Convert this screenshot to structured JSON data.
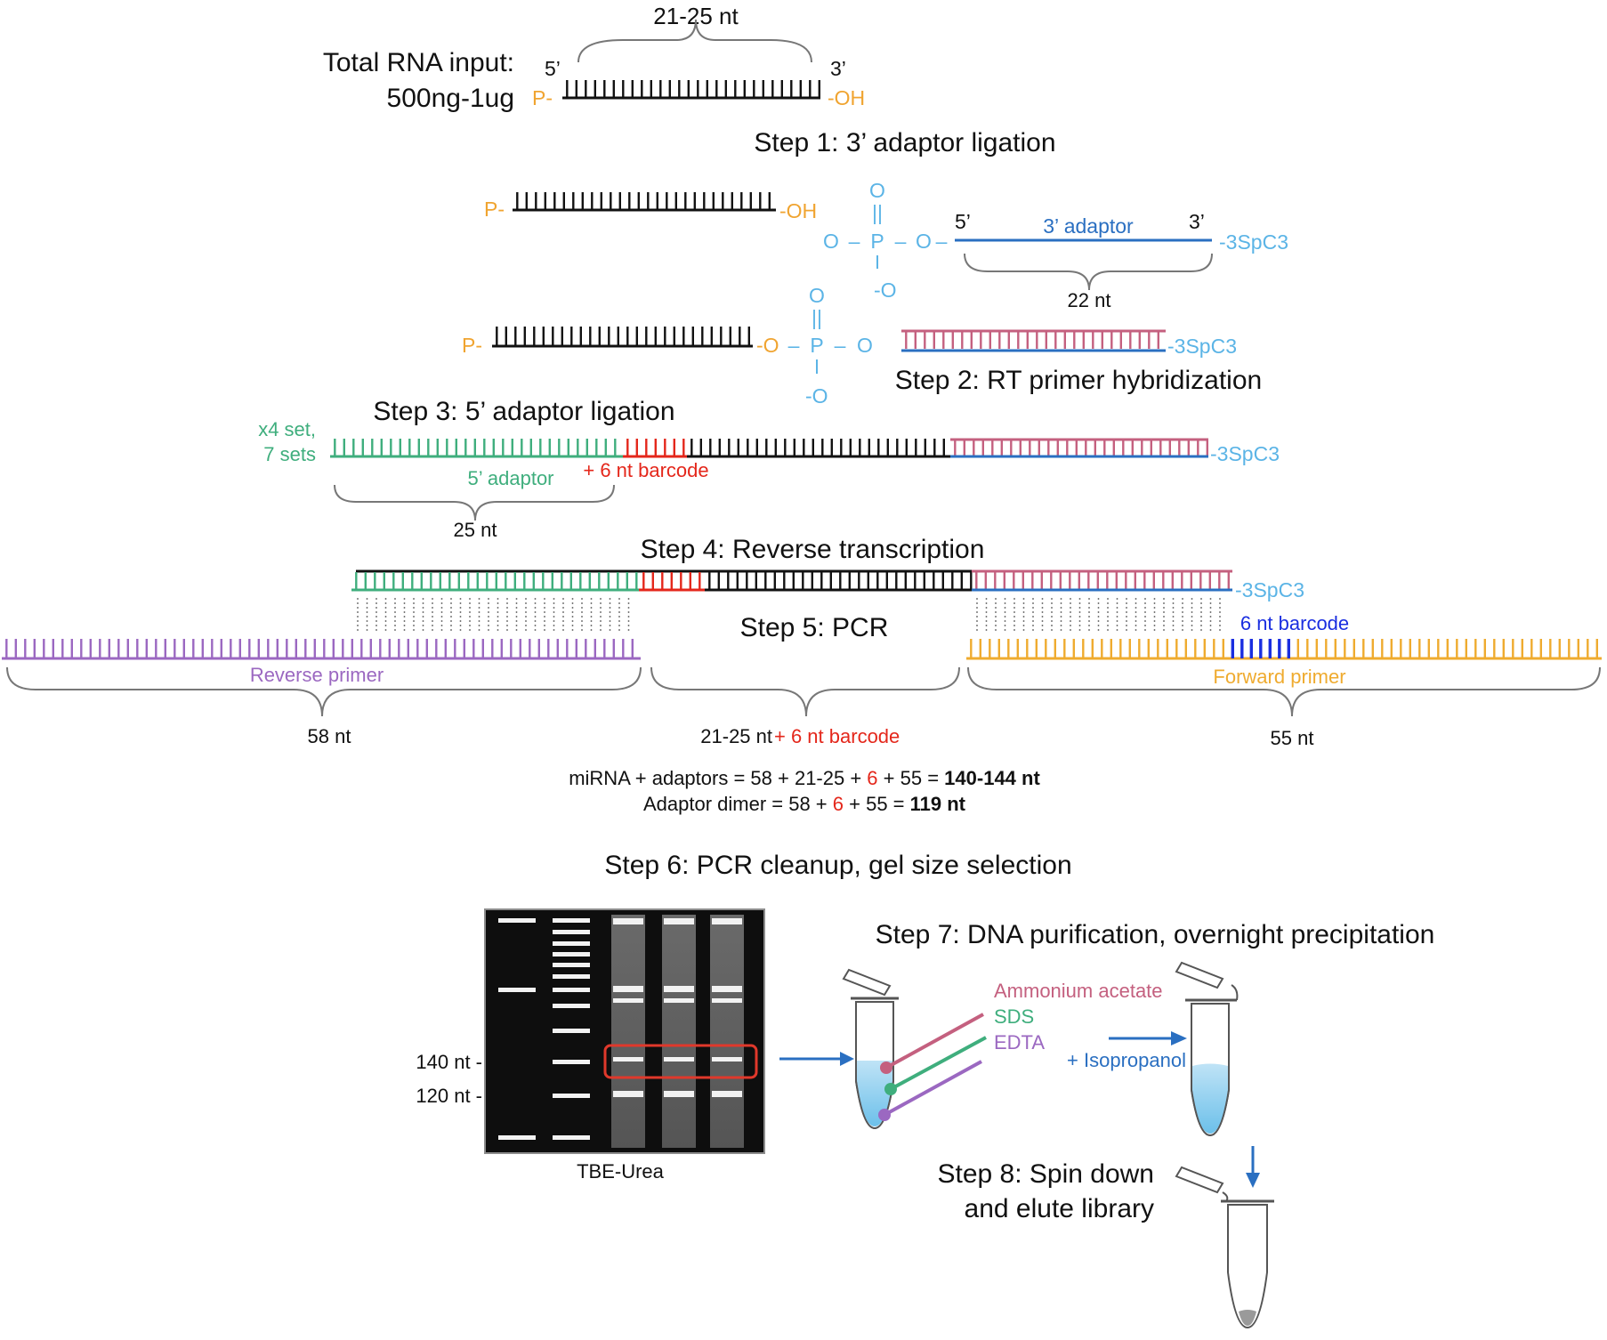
{
  "colors": {
    "rna": "#111111",
    "phosphate": "#f0a430",
    "adaptor3": "#2a6fc1",
    "linker": "#5bb4e6",
    "rt_primer": "#c4607f",
    "adaptor5": "#3fae7d",
    "barcode": "#e4271b",
    "reverse_primer": "#9b68c1",
    "forward_primer": "#efab2f",
    "fwd_barcode": "#1a2ee0",
    "gel_box": "#e0382b"
  },
  "input": {
    "title_line1": "Total RNA input:",
    "title_line2": "500ng-1ug",
    "length": "21-25 nt",
    "end5": "5’",
    "end3": "3’",
    "p": "P-",
    "oh": "-OH"
  },
  "step1": {
    "title": "Step 1: 3’ adaptor ligation",
    "p": "P-",
    "oh": "-OH",
    "o_top": "O",
    "eq": "||",
    "p_center": "P",
    "o_left": "O",
    "o_right": "O",
    "dash1": "–",
    "dash2": "–",
    "dash3": "–",
    "dash4": "–",
    "o_minus": "-O",
    "end5": "5’",
    "end3": "3’",
    "adaptor_label": "3’ adaptor",
    "cap": "-3SpC3",
    "length": "22 nt"
  },
  "step2": {
    "title": "Step 2: RT primer hybridization",
    "p": "P-",
    "o_left": "-O",
    "o_top": "O",
    "eq": "||",
    "p_center": "P",
    "o_right": "O",
    "dash1": "–",
    "dash2": "–",
    "o_minus": "-O",
    "cap": "-3SpC3"
  },
  "step3": {
    "title": "Step 3: 5’ adaptor ligation",
    "sets_line1": "x4 set,",
    "sets_line2": "7 sets",
    "adaptor_label": "5’ adaptor",
    "barcode_label": "+ 6 nt barcode",
    "length": "25 nt",
    "cap": "-3SpC3"
  },
  "step4": {
    "title": "Step 4: Reverse transcription",
    "cap": "-3SpC3"
  },
  "step5": {
    "title": "Step 5: PCR",
    "barcode_label": "6 nt barcode",
    "reverse_primer": "Reverse primer",
    "forward_primer": "Forward primer",
    "rev_length": "58 nt",
    "mid_length": "21-25 nt",
    "mid_barcode": "+ 6 nt barcode",
    "fwd_length": "55 nt"
  },
  "formula": {
    "line1_prefix": "miRNA + adaptors = 58 + 21-25 + ",
    "line1_red": "6",
    "line1_mid": " + 55 = ",
    "line1_bold": "140-144 nt",
    "line2_prefix": "Adaptor dimer = 58 + ",
    "line2_red": "6",
    "line2_mid": " + 55 = ",
    "line2_bold": "119 nt"
  },
  "step6": {
    "title": "Step 6: PCR cleanup, gel size selection",
    "marker140": "140 nt -",
    "marker120": "120 nt -",
    "gel_label": "TBE-Urea"
  },
  "step7": {
    "title": "Step 7: DNA purification, overnight precipitation",
    "reagent1": "Ammonium acetate",
    "reagent2": "SDS",
    "reagent3": "EDTA",
    "iso": "+ Isopropanol"
  },
  "step8": {
    "title_line1": "Step 8: Spin down",
    "title_line2": "and elute library"
  }
}
